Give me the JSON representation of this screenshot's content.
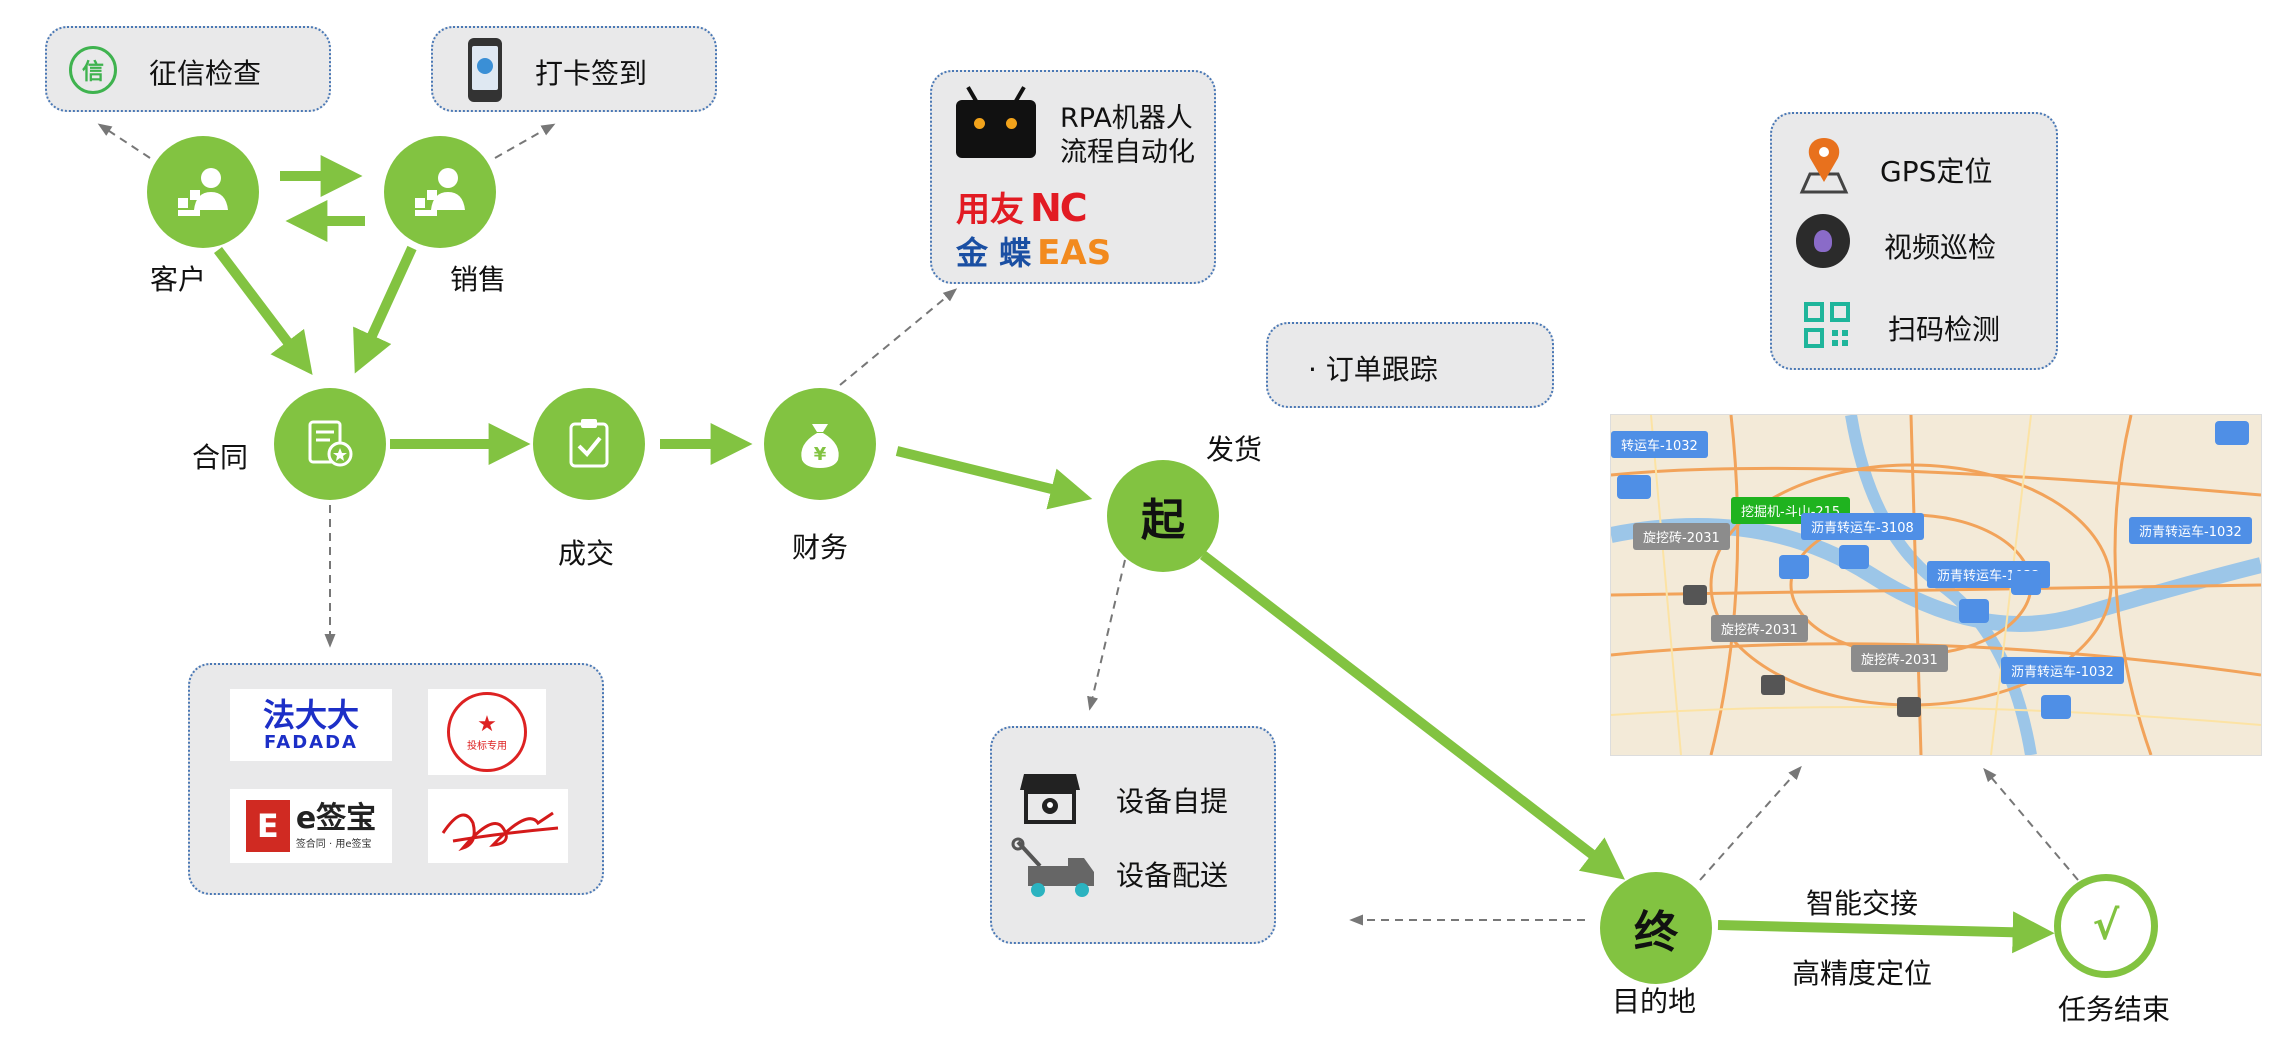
{
  "colors": {
    "accent_green": "#82c341",
    "box_border": "#4a78b5",
    "box_bg": "#e9e9ea",
    "arrow_gray": "#777777"
  },
  "top_boxes": {
    "credit_check": "征信检查",
    "checkin": "打卡签到"
  },
  "nodes": {
    "customer": "客户",
    "sales": "销售",
    "contract": "合同",
    "deal": "成交",
    "finance": "财务",
    "start_char": "起",
    "start_label": "发货",
    "end_char": "终",
    "end_label": "目的地",
    "finish_char": "√",
    "finish_label": "任务结束"
  },
  "rpa_box": {
    "title_line1": "RPA机器人",
    "title_line2": "流程自动化",
    "logo_yonyou_cn": "用友",
    "logo_yonyou_en": "NC",
    "logo_kingdee_cn": "金 蝶",
    "logo_kingdee_en": "EAS"
  },
  "order_box": {
    "label": "· 订单跟踪"
  },
  "gps_box": {
    "items": [
      "GPS定位",
      "视频巡检",
      "扫码检测"
    ]
  },
  "delivery_box": {
    "items": [
      "设备自提",
      "设备配送"
    ]
  },
  "sign_box": {
    "fadada_cn": "法大大",
    "fadada_en": "FADADA",
    "esign_main": "e签宝",
    "esign_sub": "签合同 · 用e签宝",
    "seal_text": "投标专用"
  },
  "final_edge": {
    "label_top": "智能交接",
    "label_bottom": "高精度定位"
  },
  "map": {
    "tags": [
      {
        "text": "转运车-1032",
        "style": "blue"
      },
      {
        "text": "挖掘机-斗山-215",
        "style": "green"
      },
      {
        "text": "沥青转运车-3108",
        "style": "blue"
      },
      {
        "text": "沥青转运车-1032",
        "style": "blue"
      },
      {
        "text": "旋挖砖-2031",
        "style": "gray"
      },
      {
        "text": "沥青转运车-1032",
        "style": "blue"
      },
      {
        "text": "旋挖砖-2031",
        "style": "gray"
      },
      {
        "text": "旋挖砖-2031",
        "style": "gray"
      },
      {
        "text": "沥青转运车-1032",
        "style": "blue"
      }
    ]
  }
}
